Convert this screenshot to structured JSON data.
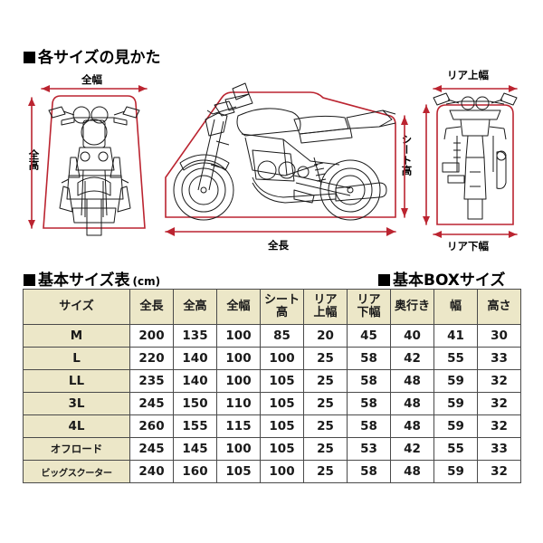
{
  "page": {
    "background": "#ffffff",
    "cover_line_color": "#bb2430",
    "bike_line_color": "#1a1a1a",
    "table_header_bg": "#ece7c8",
    "table_border_color": "#4a4a4a"
  },
  "headings": {
    "howto": "各サイズの見かた",
    "size_table": "基本サイズ表",
    "size_table_unit": "(cm)",
    "box_size": "基本BOXサイズ"
  },
  "diagram": {
    "front_view": {
      "label_width": "全幅",
      "label_height": "全高"
    },
    "side_view": {
      "label_length": "全長",
      "label_seat_height": "シート高"
    },
    "rear_view": {
      "label_upper_width": "リア上幅",
      "label_lower_width": "リア下幅"
    }
  },
  "table": {
    "columns": [
      {
        "key": "size",
        "label": "サイズ",
        "lines": [
          "サイズ"
        ]
      },
      {
        "key": "length",
        "label": "全長",
        "lines": [
          "全長"
        ]
      },
      {
        "key": "height",
        "label": "全高",
        "lines": [
          "全高"
        ]
      },
      {
        "key": "width",
        "label": "全幅",
        "lines": [
          "全幅"
        ]
      },
      {
        "key": "seat_height",
        "label": "シート高",
        "lines": [
          "シート",
          "高"
        ]
      },
      {
        "key": "rear_upper",
        "label": "リア上幅",
        "lines": [
          "リア",
          "上幅"
        ]
      },
      {
        "key": "rear_lower",
        "label": "リア下幅",
        "lines": [
          "リア",
          "下幅"
        ]
      },
      {
        "key": "box_depth",
        "label": "奥行き",
        "lines": [
          "奥行き"
        ]
      },
      {
        "key": "box_width",
        "label": "幅",
        "lines": [
          "幅"
        ]
      },
      {
        "key": "box_height",
        "label": "高さ",
        "lines": [
          "高さ"
        ]
      }
    ],
    "rows": [
      {
        "size": "M",
        "values": [
          "200",
          "135",
          "100",
          "85",
          "20",
          "45",
          "40",
          "41",
          "30"
        ]
      },
      {
        "size": "L",
        "values": [
          "220",
          "140",
          "100",
          "100",
          "25",
          "58",
          "42",
          "55",
          "33"
        ]
      },
      {
        "size": "LL",
        "values": [
          "235",
          "140",
          "100",
          "105",
          "25",
          "58",
          "48",
          "59",
          "32"
        ]
      },
      {
        "size": "3L",
        "values": [
          "245",
          "150",
          "110",
          "105",
          "25",
          "58",
          "48",
          "59",
          "32"
        ]
      },
      {
        "size": "4L",
        "values": [
          "260",
          "155",
          "115",
          "105",
          "25",
          "58",
          "48",
          "59",
          "32"
        ]
      },
      {
        "size": "オフロード",
        "values": [
          "245",
          "145",
          "100",
          "105",
          "25",
          "53",
          "42",
          "55",
          "33"
        ]
      },
      {
        "size": "ビッグスクーター",
        "values": [
          "240",
          "160",
          "105",
          "100",
          "25",
          "58",
          "48",
          "59",
          "32"
        ]
      }
    ]
  }
}
